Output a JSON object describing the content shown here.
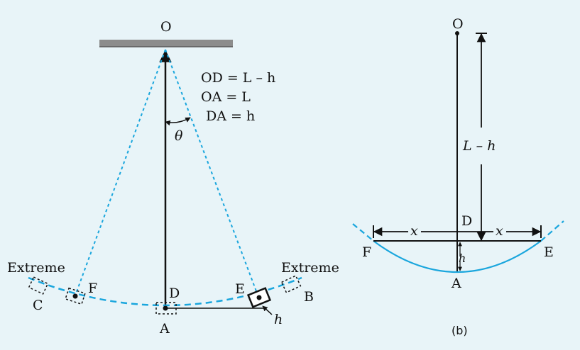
{
  "colors": {
    "background": "#e8f4f8",
    "arc": "#1aa6dd",
    "ink": "#111111",
    "ceiling": "#8c8c8c"
  },
  "figure_a": {
    "pivot_label": "O",
    "equations": [
      "OD = L – h",
      "OA = L",
      "DA = h"
    ],
    "angle_label": "θ",
    "label_D": "D",
    "label_A": "A",
    "label_E": "E",
    "label_F": "F",
    "label_B": "B",
    "label_C": "C",
    "extreme_left": "Extreme",
    "extreme_right": "Extreme",
    "height_label": "h"
  },
  "figure_b": {
    "label_O": "O",
    "label_D": "D",
    "label_A": "A",
    "label_E": "E",
    "label_F": "F",
    "length_label": "L – h",
    "x_left": "x",
    "x_right": "x",
    "h_label": "h",
    "caption": "(b)"
  }
}
